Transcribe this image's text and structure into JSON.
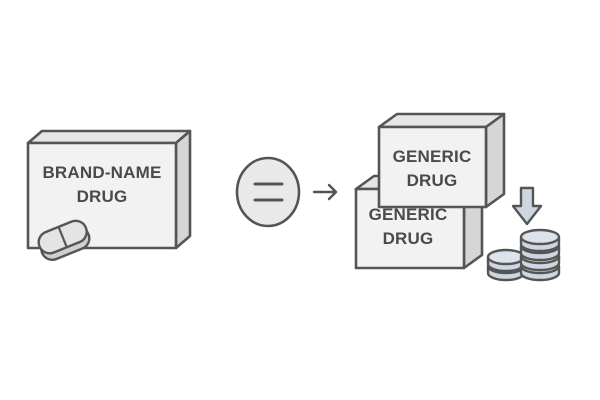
{
  "brand_box": {
    "label_line1": "BRAND-NAME",
    "label_line2": "DRUG"
  },
  "generic_box_top": {
    "label_line1": "GENERIC",
    "label_line2": "DRUG"
  },
  "generic_box_bottom": {
    "label_line1": "GENERIC",
    "label_line2": "DRUG"
  },
  "icons": {
    "equals": "equals-icon",
    "arrow": "arrow-right-icon",
    "pill": "pill-icon",
    "down_arrow": "arrow-down-icon",
    "coins": "coin-stack-icon"
  },
  "colors": {
    "line": "#555555",
    "box_face": "#f2f2f2",
    "box_side": "#d6d6d6",
    "box_top": "#e6e6e6",
    "equals_fill": "#e9e9e9",
    "coin_fill": "#cfd6e2",
    "text": "#4a4a4a"
  }
}
